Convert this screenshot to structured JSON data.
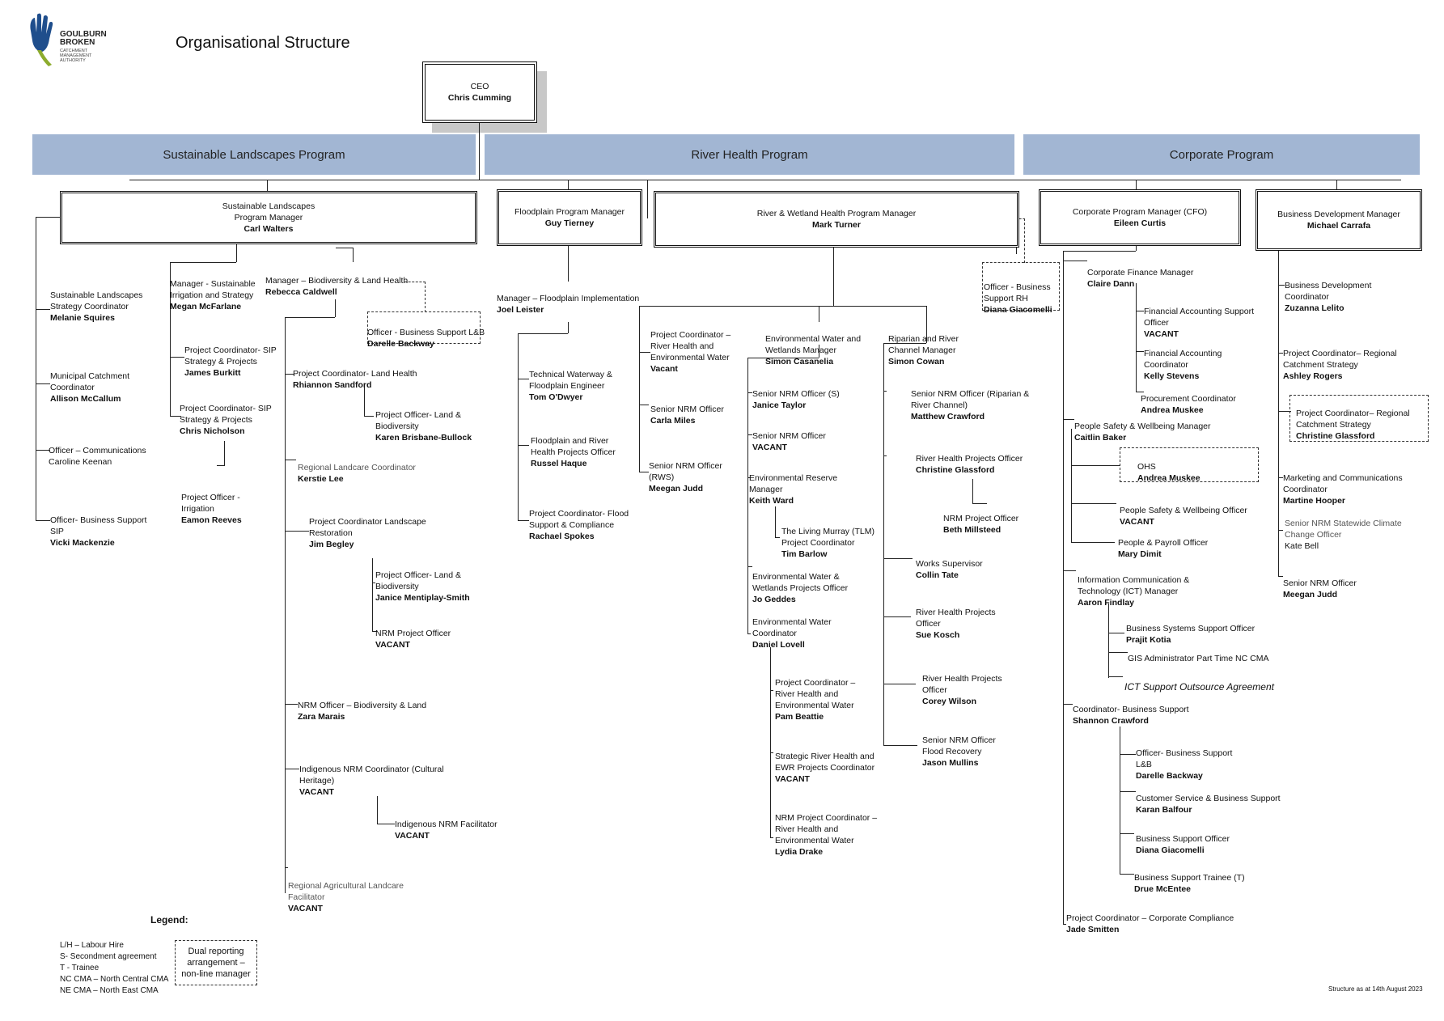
{
  "header": {
    "logo_line1": "GOULBURN",
    "logo_line2": "BROKEN",
    "logo_sub": "CATCHMENT\nMANAGEMENT\nAUTHORITY",
    "title": "Organisational Structure"
  },
  "ceo": {
    "title": "CEO",
    "name": "Chris Cumming"
  },
  "programs": {
    "sustainable": "Sustainable Landscapes Program",
    "river": "River Health Program",
    "corporate": "Corporate Program"
  },
  "managers": {
    "slpm": {
      "title": "Sustainable Landscapes\nProgram Manager",
      "name": "Carl Walters"
    },
    "fpm": {
      "title": "Floodplain Program Manager",
      "name": "Guy Tierney"
    },
    "rwhpm": {
      "title": "River & Wetland Health Program Manager",
      "name": "Mark Turner"
    },
    "cpm": {
      "title": "Corporate Program Manager (CFO)",
      "name": "Eileen Curtis"
    },
    "bdm": {
      "title": "Business Development Manager",
      "name": "Michael Carrafa"
    }
  },
  "sl_col1": [
    {
      "title": "Sustainable Landscapes\nStrategy Coordinator",
      "name": "Melanie Squires"
    },
    {
      "title": "Municipal Catchment\nCoordinator",
      "name": "Allison McCallum"
    },
    {
      "title": "Officer – Communications",
      "name": "Caroline Keenan"
    },
    {
      "title": "Officer- Business Support\nSIP",
      "name": "Vicki Mackenzie"
    }
  ],
  "sl_col2": {
    "manager": {
      "title": "Manager - Sustainable\nIrrigation and Strategy",
      "name": "Megan McFarlane"
    },
    "items": [
      {
        "title": "Project Coordinator- SIP\nStrategy & Projects",
        "name": "James Burkitt"
      },
      {
        "title": "Project Coordinator- SIP\nStrategy & Projects",
        "name": "Chris Nicholson"
      },
      {
        "title": "Project Officer -\nIrrigation",
        "name": "Eamon Reeves"
      }
    ]
  },
  "sl_col3": {
    "manager": {
      "title": "Manager – Biodiversity & Land Health",
      "name": "Rebecca Caldwell"
    },
    "dual": {
      "title": "Officer - Business Support L&B",
      "name": "Darelle Backway"
    },
    "items": [
      {
        "title": "Project Coordinator- Land Health",
        "name": "Rhiannon Sandford"
      },
      {
        "title": "Project Officer- Land &\nBiodiversity",
        "name": "Karen Brisbane-Bullock"
      },
      {
        "title": "Regional Landcare Coordinator",
        "name": "Kerstie Lee"
      },
      {
        "title": "Project Coordinator Landscape\nRestoration",
        "name": "Jim Begley"
      },
      {
        "title": "Project Officer- Land &\nBiodiversity",
        "name": "Janice Mentiplay-Smith"
      },
      {
        "title": "NRM Project Officer",
        "name": "VACANT"
      },
      {
        "title": "NRM Officer – Biodiversity & Land",
        "name": "Zara Marais"
      },
      {
        "title": "Indigenous NRM Coordinator (Cultural\nHeritage)",
        "name": "VACANT"
      },
      {
        "title": "Indigenous NRM Facilitator",
        "name": "VACANT"
      },
      {
        "title": "Regional Agricultural Landcare\nFacilitator",
        "name": "VACANT"
      }
    ]
  },
  "fp": {
    "manager": {
      "title": "Manager – Floodplain Implementation",
      "name": "Joel Leister"
    },
    "items": [
      {
        "title": "Technical Waterway &\nFloodplain Engineer",
        "name": "Tom O'Dwyer"
      },
      {
        "title": "Floodplain and River\nHealth Projects Officer",
        "name": "Russel Haque"
      },
      {
        "title": "Project Coordinator- Flood\nSupport & Compliance",
        "name": "Rachael Spokes"
      }
    ]
  },
  "rh_dual": {
    "title": "Officer - Business\nSupport RH",
    "name": "Diana Giacomelli"
  },
  "rh_a": [
    {
      "title": "Project Coordinator –\nRiver Health and\nEnvironmental Water",
      "name": "Vacant"
    },
    {
      "title": "Senior NRM Officer",
      "name": "Carla Miles"
    },
    {
      "title": "Senior NRM Officer\n(RWS)",
      "name": "Meegan Judd"
    }
  ],
  "rh_b": {
    "manager": {
      "title": "Environmental Water and\nWetlands Manager",
      "name": "Simon Casanelia"
    },
    "items": [
      {
        "title": "Senior NRM Officer  (S)",
        "name": "Janice Taylor"
      },
      {
        "title": "Senior NRM Officer",
        "name": "VACANT"
      },
      {
        "title": "Environmental Reserve\nManager",
        "name": "Keith Ward"
      },
      {
        "title": "The Living Murray (TLM)\nProject Coordinator",
        "name": "Tim Barlow"
      },
      {
        "title": "Environmental Water &\nWetlands Projects Officer",
        "name": "Jo Geddes"
      },
      {
        "title": "Environmental Water\nCoordinator",
        "name": "Daniel Lovell"
      },
      {
        "title": "Project Coordinator –\nRiver Health and\nEnvironmental Water",
        "name": "Pam Beattie"
      },
      {
        "title": "Strategic River Health and\nEWR Projects Coordinator",
        "name": "VACANT"
      },
      {
        "title": "NRM Project Coordinator –\nRiver Health and\nEnvironmental Water",
        "name": "Lydia Drake"
      }
    ]
  },
  "rh_c": {
    "manager": {
      "title": "Riparian and River\nChannel Manager",
      "name": "Simon Cowan"
    },
    "items": [
      {
        "title": "Senior NRM Officer (Riparian &\nRiver Channel)",
        "name": "Matthew Crawford"
      },
      {
        "title": "River Health Projects Officer",
        "name": "Christine Glassford"
      },
      {
        "title": "NRM Project Officer",
        "name": "Beth Millsteed"
      },
      {
        "title": "Works Supervisor",
        "name": "Collin Tate"
      },
      {
        "title": "River Health Projects\nOfficer",
        "name": "Sue Kosch"
      },
      {
        "title": "River Health Projects\nOfficer",
        "name": "Corey Wilson"
      },
      {
        "title": "Senior NRM Officer\nFlood Recovery",
        "name": "Jason Mullins"
      }
    ]
  },
  "corp": {
    "cfm": {
      "title": "Corporate Finance Manager",
      "name": "Claire Dann"
    },
    "cfm_items": [
      {
        "title": "Financial Accounting Support\nOfficer",
        "name": "VACANT"
      },
      {
        "title": "Financial Accounting\nCoordinator",
        "name": "Kelly Stevens"
      },
      {
        "title": "Procurement Coordinator",
        "name": "Andrea Muskee"
      }
    ],
    "psw": {
      "title": "People Safety & Wellbeing Manager",
      "name": "Caitlin Baker"
    },
    "psw_dual": {
      "title": "OHS",
      "name": "Andrea Muskee"
    },
    "psw_items": [
      {
        "title": "People Safety & Wellbeing Officer",
        "name": "VACANT"
      },
      {
        "title": "People & Payroll Officer",
        "name": "Mary Dimit"
      }
    ],
    "ict": {
      "title": "Information Communication &\nTechnology (ICT)  Manager",
      "name": "Aaron Findlay"
    },
    "ict_items": [
      {
        "title": "Business Systems Support Officer",
        "name": "Prajit Kotia"
      },
      {
        "title": "GIS Administrator Part Time NC CMA",
        "name": ""
      },
      {
        "title": "ICT Support Outsource Agreement",
        "name": ""
      }
    ],
    "cbs": {
      "title": "Coordinator- Business Support",
      "name": "Shannon Crawford"
    },
    "cbs_items": [
      {
        "title": "Officer- Business Support\nL&B",
        "name": "Darelle Backway"
      },
      {
        "title": "Customer Service & Business Support",
        "name": "Karan Balfour"
      },
      {
        "title": "Business Support Officer",
        "name": "Diana Giacomelli"
      },
      {
        "title": "Business Support Trainee  (T)",
        "name": "Drue McEntee"
      }
    ],
    "compliance": {
      "title": "Project Coordinator – Corporate Compliance",
      "name": "Jade Smitten"
    }
  },
  "bd": [
    {
      "title": "Business Development\nCoordinator",
      "name": "Zuzanna Lelito"
    },
    {
      "title": "Project Coordinator– Regional\nCatchment Strategy",
      "name": "Ashley Rogers"
    },
    {
      "title": "Project Coordinator– Regional\nCatchment Strategy",
      "name": "Christine Glassford"
    },
    {
      "title": "Marketing and Communications\nCoordinator",
      "name": "Martine Hooper"
    },
    {
      "title": "Senior NRM Statewide Climate\nChange Officer",
      "name": "Kate Bell"
    },
    {
      "title": "Senior NRM Officer",
      "name": "Meegan Judd"
    }
  ],
  "legend": {
    "title": "Legend:",
    "items": [
      "L/H – Labour Hire",
      "S- Secondment agreement",
      "T - Trainee",
      "NC CMA – North Central CMA",
      "NE CMA – North East CMA"
    ],
    "dual_box": "Dual reporting\narrangement –\nnon-line manager"
  },
  "footer": "Structure as at 14th August 2023",
  "colors": {
    "band": "#a2b6d3",
    "shadow": "#c8c8c8",
    "logo_blue": "#1f4e8c",
    "logo_green": "#8cab2c"
  }
}
